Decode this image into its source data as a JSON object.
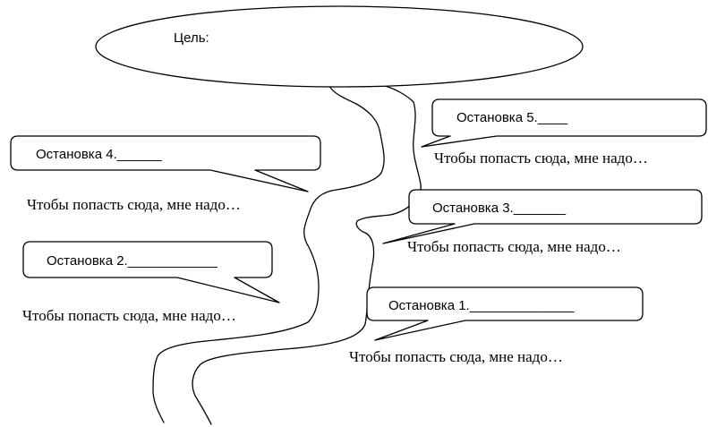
{
  "goal": {
    "label": "Цель:"
  },
  "stops": [
    {
      "label": "Остановка 5.____",
      "caption": "Чтобы попасть сюда, мне надо…"
    },
    {
      "label": "Остановка 4.______",
      "caption": "Чтобы попасть сюда, мне надо…"
    },
    {
      "label": "Остановка 3._______",
      "caption": "Чтобы попасть сюда, мне надо…"
    },
    {
      "label": "Остановка 2.____________",
      "caption": "Чтобы попасть сюда, мне надо…"
    },
    {
      "label": "Остановка 1.______________",
      "caption": "Чтобы попасть сюда, мне надо…"
    }
  ]
}
